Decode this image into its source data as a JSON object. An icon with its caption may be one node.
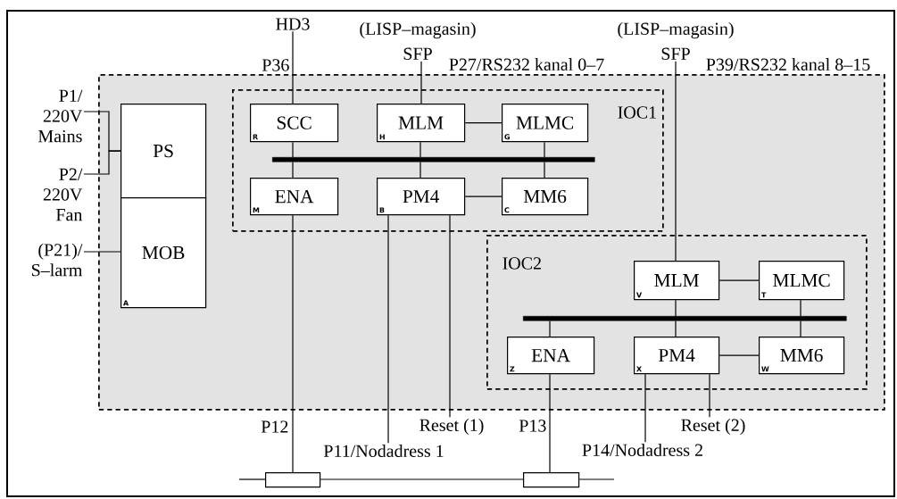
{
  "diagram": {
    "nodes": [
      {
        "text": [],
        "shape": "box"
      },
      {
        "text": [
          "IOC1"
        ],
        "in": 0
      },
      {
        "text": [
          "SCC",
          "R"
        ],
        "in": 1
      },
      {
        "text": [
          "MLM",
          "H"
        ],
        "in": 1
      },
      {
        "text": [
          "MLMC",
          "G"
        ],
        "in": 1
      },
      {
        "text": [
          "ENA",
          "M"
        ],
        "in": 1
      },
      {
        "text": [
          "PM4",
          "B"
        ],
        "in": 1
      },
      {
        "text": [
          "MM6",
          "C"
        ],
        "in": 1
      },
      {
        "text": [],
        "shape": "bar",
        "in": 1
      },
      {
        "text": [
          "IOC2"
        ],
        "in": 0
      },
      {
        "text": [
          "MLM",
          "V"
        ],
        "in": 9
      },
      {
        "text": [
          "MLMC",
          "T"
        ],
        "in": 9
      },
      {
        "text": [
          "ENA",
          "Z"
        ],
        "in": 9
      },
      {
        "text": [
          "PM4",
          "X"
        ],
        "in": 9
      },
      {
        "text": [
          "MM6",
          "W"
        ],
        "in": 9
      },
      {
        "text": [],
        "shape": "bar",
        "in": 9
      },
      {
        "text": [
          "PS"
        ],
        "in": 0
      },
      {
        "text": [
          "MOB",
          "A"
        ],
        "in": 0
      },
      {
        "text": [
          "HD3"
        ]
      },
      {
        "text": [
          "(LISP–magasin)",
          "SFP"
        ]
      },
      {
        "text": [
          "(LISP–magasin)",
          "SFP"
        ]
      },
      {
        "text": [
          "P1/ 220V Mains"
        ]
      },
      {
        "text": [
          "P2/ 220V Fan"
        ]
      },
      {
        "text": [
          "(P21)/ S–larm"
        ]
      },
      {
        "text": [
          "P11/Nodadress 1"
        ]
      },
      {
        "text": [
          "Reset (1)"
        ]
      },
      {
        "text": [
          "P14/Nodadress 2"
        ]
      },
      {
        "text": [
          "Reset (2)"
        ]
      },
      {
        "text": [],
        "shape": "box"
      },
      {
        "text": [],
        "shape": "box"
      }
    ],
    "edges": [
      {
        "from": 18,
        "to": 2,
        "arrow": "none",
        "label": "P36"
      },
      {
        "from": 19,
        "to": 3,
        "arrow": "none"
      },
      {
        "from": 20,
        "to": 10,
        "arrow": "none"
      },
      {
        "from": 3,
        "to": 4,
        "arrow": "none"
      },
      {
        "from": 2,
        "to": 8,
        "arrow": "none"
      },
      {
        "from": 5,
        "to": 8,
        "arrow": "none"
      },
      {
        "from": 3,
        "to": 8,
        "arrow": "none"
      },
      {
        "from": 6,
        "to": 8,
        "arrow": "none"
      },
      {
        "from": 4,
        "to": 8,
        "arrow": "none"
      },
      {
        "from": 7,
        "to": 8,
        "arrow": "none"
      },
      {
        "from": 6,
        "to": 7,
        "arrow": "none"
      },
      {
        "from": 5,
        "to": 28,
        "arrow": "none",
        "label": "P12"
      },
      {
        "from": 6,
        "to": 24,
        "arrow": "none"
      },
      {
        "from": 6,
        "to": 25,
        "arrow": "none"
      },
      {
        "from": 10,
        "to": 11,
        "arrow": "none"
      },
      {
        "from": 10,
        "to": 15,
        "arrow": "none"
      },
      {
        "from": 11,
        "to": 15,
        "arrow": "none"
      },
      {
        "from": 12,
        "to": 15,
        "arrow": "none"
      },
      {
        "from": 13,
        "to": 15,
        "arrow": "none"
      },
      {
        "from": 14,
        "to": 15,
        "arrow": "none"
      },
      {
        "from": 13,
        "to": 14,
        "arrow": "none"
      },
      {
        "from": 12,
        "to": 29,
        "arrow": "none",
        "label": "P13"
      },
      {
        "from": 13,
        "to": 26,
        "arrow": "none"
      },
      {
        "from": 13,
        "to": 27,
        "arrow": "none"
      },
      {
        "from": 21,
        "to": 16,
        "arrow": "none"
      },
      {
        "from": 22,
        "to": 16,
        "arrow": "none"
      },
      {
        "from": 23,
        "to": 17,
        "arrow": "none"
      },
      {
        "from": null,
        "to": 28,
        "arrow": "none"
      },
      {
        "from": 28,
        "to": 29,
        "arrow": "none"
      },
      {
        "from": 29,
        "to": null,
        "arrow": "none"
      }
    ],
    "labels": [
      "P27/RS232 kanal 0–7",
      "P39/RS232 kanal 8–15"
    ]
  }
}
